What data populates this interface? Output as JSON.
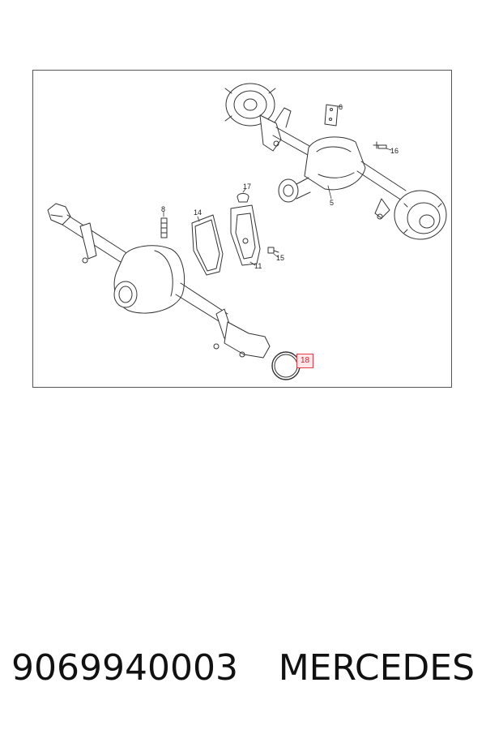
{
  "callouts": [
    {
      "id": "6",
      "label": "6"
    },
    {
      "id": "16",
      "label": "16"
    },
    {
      "id": "17",
      "label": "17"
    },
    {
      "id": "5",
      "label": "5"
    },
    {
      "id": "8",
      "label": "8"
    },
    {
      "id": "14",
      "label": "14"
    },
    {
      "id": "15",
      "label": "15"
    },
    {
      "id": "11",
      "label": "11"
    },
    {
      "id": "18",
      "label": "18",
      "highlighted": true
    }
  ],
  "footer": {
    "part_number": "9069940003",
    "brand": "MERCEDES"
  },
  "colors": {
    "highlight_border": "#e23b4a",
    "highlight_fill": "#fce6e8",
    "line": "#333333"
  }
}
